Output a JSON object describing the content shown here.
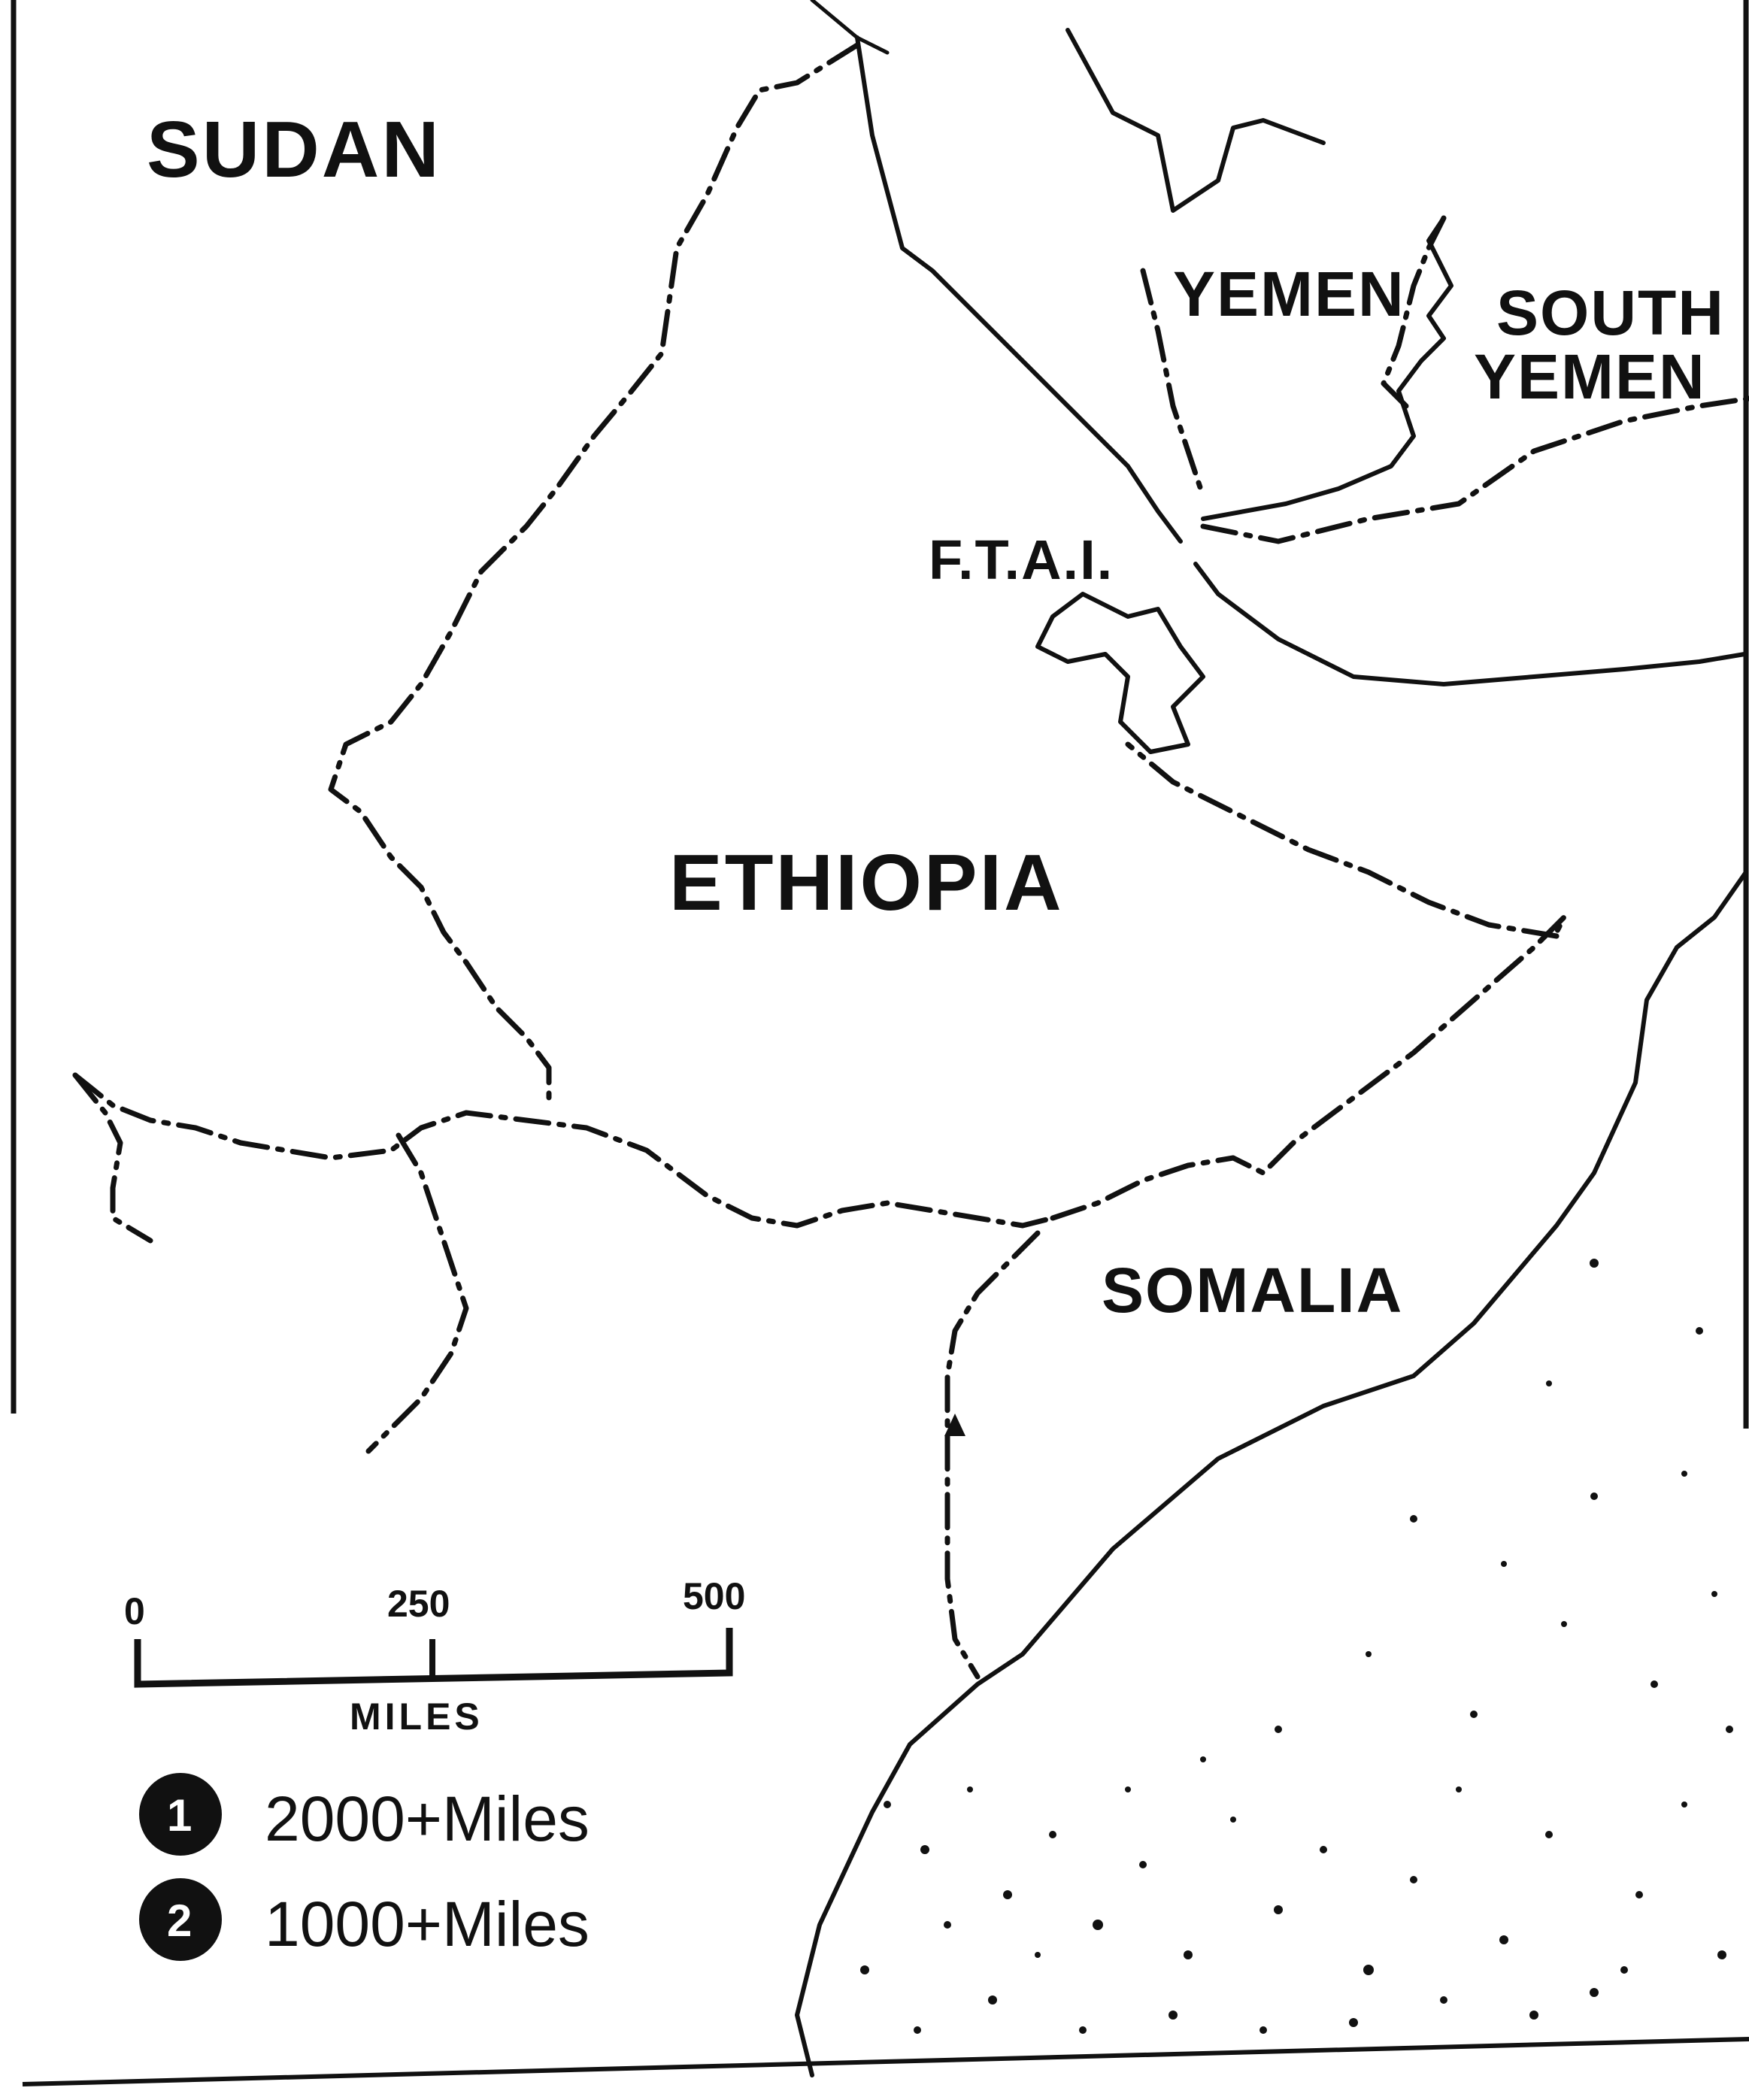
{
  "map": {
    "labels": {
      "sudan": "SUDAN",
      "yemen": "YEMEN",
      "south_yemen_1": "SOUTH",
      "south_yemen_2": "YEMEN",
      "ftai": "F.T.A.I.",
      "ethiopia": "ETHIOPIA",
      "somalia": "SOMALIA"
    },
    "scale_bar": {
      "ticks": [
        "0",
        "250",
        "500"
      ],
      "unit_label": "MILES"
    },
    "legend": [
      {
        "marker": "1",
        "label": "2000+Miles"
      },
      {
        "marker": "2",
        "label": "1000+Miles"
      }
    ],
    "colors": {
      "ink": "#111111",
      "paper": "#ffffff"
    }
  }
}
